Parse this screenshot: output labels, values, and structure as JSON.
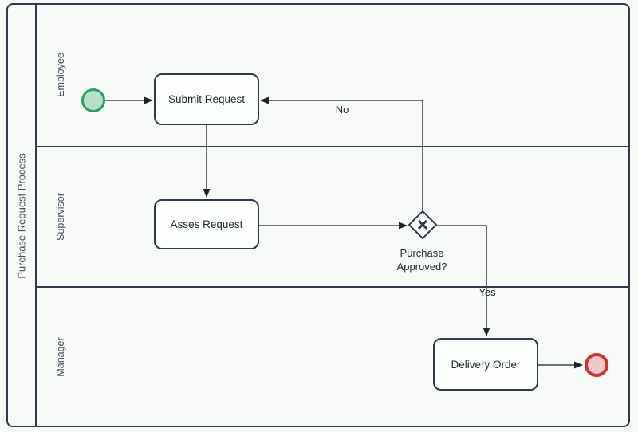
{
  "colors": {
    "canvas-bg": "#f7faf7",
    "node-bg": "#fdfffd",
    "stroke-dark": "#2d3b4a",
    "flow-line": "#3f454c",
    "arrowhead": "#1e2429",
    "start-stroke": "#2f9e63",
    "start-fill": "#b9dfc9",
    "end-stroke": "#cc3431",
    "end-fill": "#efc8c8",
    "text-dark": "#222b33",
    "text-muted": "#44505c"
  },
  "pool": {
    "title": "Purchase Request Process"
  },
  "lanes": [
    {
      "label": "Employee"
    },
    {
      "label": "Supervisor"
    },
    {
      "label": "Manager"
    }
  ],
  "nodes": {
    "submit_request": {
      "label": "Submit Request"
    },
    "asses_request": {
      "label": "Asses Request"
    },
    "gateway": {
      "label": "Purchase Approved?"
    },
    "delivery_order": {
      "label": "Delivery Order"
    }
  },
  "flows": {
    "no_label": "No",
    "yes_label": "Yes"
  }
}
